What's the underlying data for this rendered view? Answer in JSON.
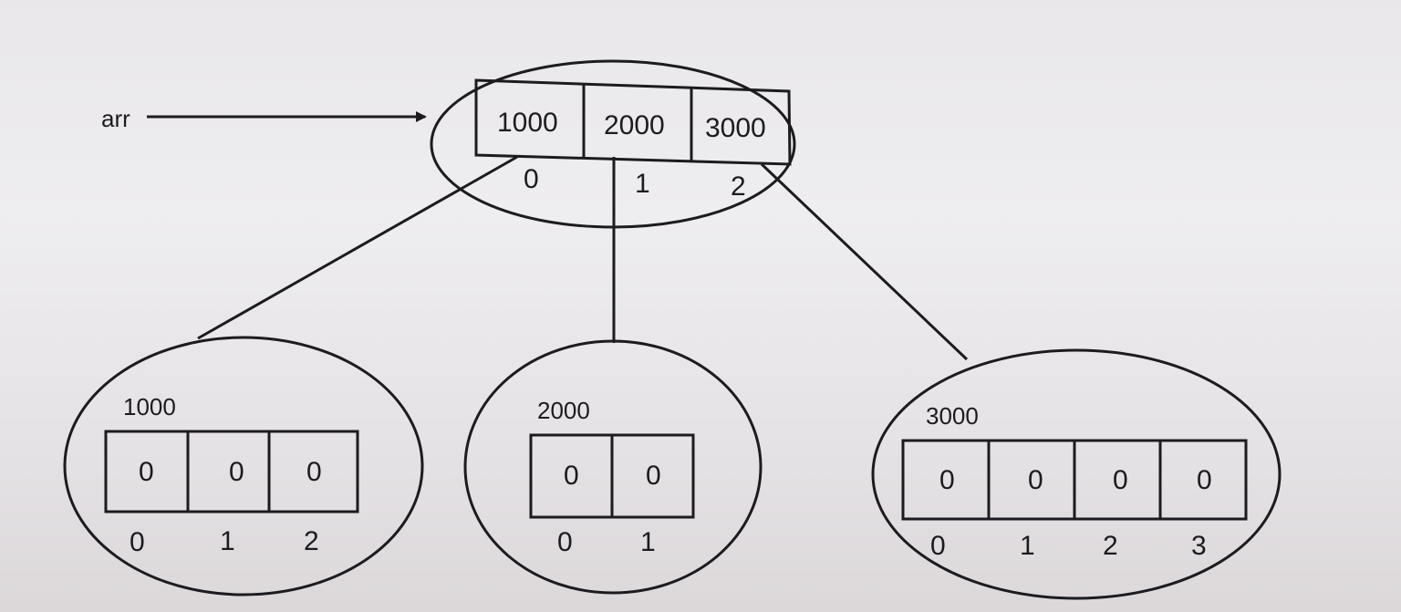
{
  "pointer": {
    "label": "arr"
  },
  "top_array": {
    "cells": [
      "1000",
      "2000",
      "3000"
    ],
    "indices": [
      "0",
      "1",
      "2"
    ]
  },
  "sub_arrays": [
    {
      "address": "1000",
      "cells": [
        "0",
        "0",
        "0"
      ],
      "indices": [
        "0",
        "1",
        "2"
      ]
    },
    {
      "address": "2000",
      "cells": [
        "0",
        "0"
      ],
      "indices": [
        "0",
        "1"
      ]
    },
    {
      "address": "3000",
      "cells": [
        "0",
        "0",
        "0",
        "0"
      ],
      "indices": [
        "0",
        "1",
        "2",
        "3"
      ]
    }
  ]
}
